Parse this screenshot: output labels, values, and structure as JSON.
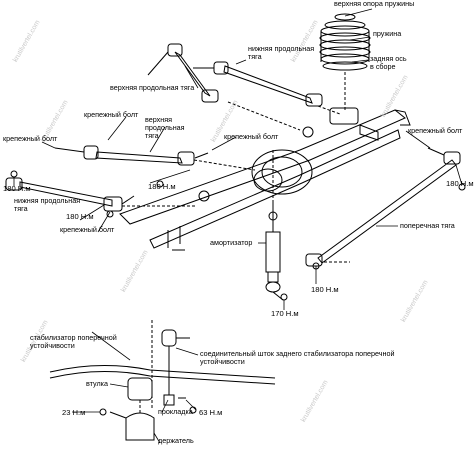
{
  "labels": {
    "upper_spring_seat": "верхняя опора пружины",
    "spring": "пружина",
    "rear_axle_assembly": "задняя ось в сборе",
    "lower_trailing_arm_top": "нижняя продольная тяга",
    "upper_trailing_arm_top": "верхняя продольная тяга",
    "mounting_bolt_1": "крепежный болт",
    "upper_trailing_arm_mid": "верхняя продольная тяга",
    "mounting_bolt_2": "крепежный болт",
    "mounting_bolt_left": "крепежный болт",
    "mounting_bolt_right": "крепежный болт",
    "torque_180_left": "180 Н.м",
    "torque_180_mid": "180 Н.м",
    "lower_trailing_arm": "нижняя продольная тяга",
    "torque_180_lower": "180 Н.м",
    "mounting_bolt_lower": "крепежный болт",
    "torque_180_right": "180 Н.м",
    "lateral_rod": "поперечная тяга",
    "shock_absorber": "амортизатор",
    "torque_180_lateral": "180 Н.м",
    "torque_170": "170 Н.м",
    "stabilizer_bar": "стабилизатор поперечной устойчивости",
    "stabilizer_link": "соединительный шток заднего стабилизатора поперечной устойчивости",
    "bushing": "втулка",
    "torque_23": "23 Н.м",
    "spacer": "прокладка",
    "torque_63": "63 Н.м",
    "bracket": "держатель"
  },
  "watermark": "krutilvertel.com",
  "colors": {
    "line": "#000000",
    "hidden": "#000000",
    "watermark": "#c9c9c9"
  }
}
